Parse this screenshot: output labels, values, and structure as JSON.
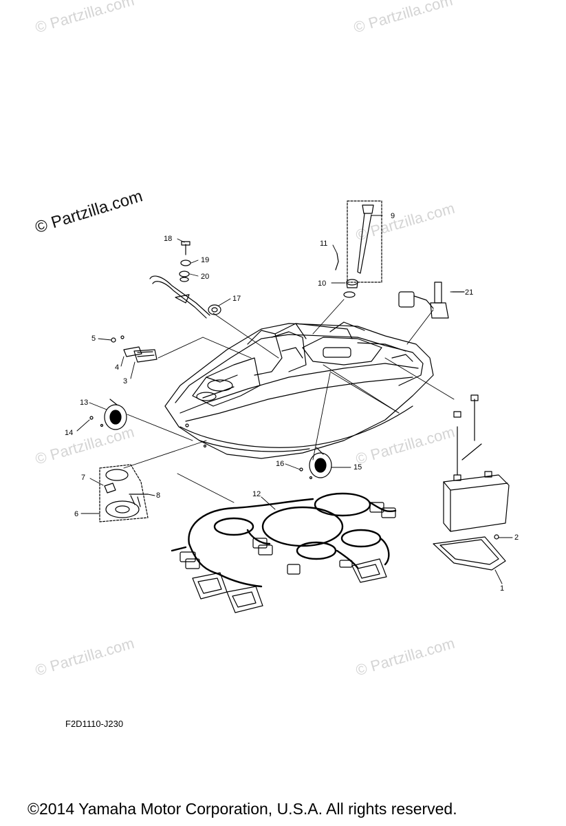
{
  "watermark": "© Partzilla.com",
  "diagram_code": "F2D1110-J230",
  "copyright": "©2014  Yamaha Motor Corporation, U.S.A. All rights reserved.",
  "callouts": [
    "1",
    "2",
    "3",
    "4",
    "5",
    "6",
    "7",
    "8",
    "9",
    "10",
    "11",
    "12",
    "13",
    "14",
    "15",
    "16",
    "17",
    "18",
    "19",
    "20",
    "21"
  ]
}
